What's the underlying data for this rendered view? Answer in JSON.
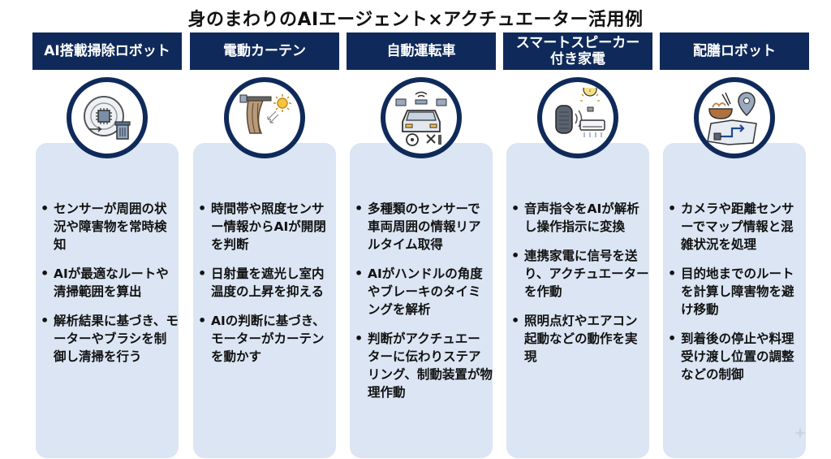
{
  "title": "身のまわりのAIエージェント×アクチュエーター活用例",
  "columns": [
    {
      "header": "AI搭載掃除ロボット",
      "icon": "robot-vacuum-icon",
      "bullets": [
        "センサーが周囲の状況や障害物を常時検知",
        "AIが最適なルートや清掃範囲を算出",
        "解析結果に基づき、モーターやブラシを制御し清掃を行う"
      ]
    },
    {
      "header": "電動カーテン",
      "icon": "curtain-sun-icon",
      "bullets": [
        "時間帯や照度センサー情報からAIが開閉を判断",
        "日射量を遮光し室内温度の上昇を抑える",
        "AIの判断に基づき、モーターがカーテンを動かす"
      ]
    },
    {
      "header": "自動運転車",
      "icon": "self-driving-car-icon",
      "bullets": [
        "多種類のセンサーで車両周囲の情報リアルタイム取得",
        "AIがハンドルの角度やブレーキのタイミングを解析",
        "判断がアクチュエーターに伝わりステアリング、制動装置が物理作動"
      ]
    },
    {
      "header": "スマートスピーカー\n付き家電",
      "icon": "smart-speaker-icon",
      "bullets": [
        "音声指令をAIが解析し操作指示に変換",
        "連携家電に信号を送り、アクチュエーターを作動",
        "照明点灯やエアコン起動などの動作を実現"
      ]
    },
    {
      "header": "配膳ロボット",
      "icon": "serving-robot-map-icon",
      "bullets": [
        "カメラや距離センサーでマップ情報と混雑状況を処理",
        "目的地までのルートを計算し障害物を避け移動",
        "到着後の停止や料理受け渡し位置の調整などの制御"
      ]
    }
  ],
  "colors": {
    "header_bg": "#0f2a5a",
    "panel_bg": "#dbe5f3",
    "ring": "#0f2a5a"
  }
}
